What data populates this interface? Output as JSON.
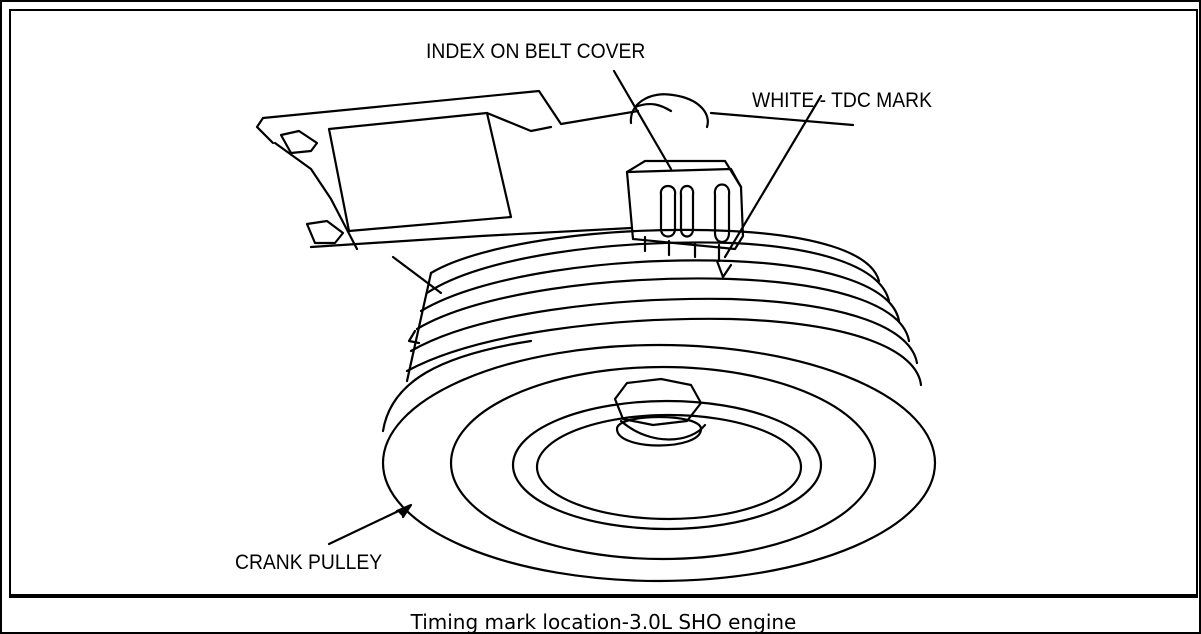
{
  "figure": {
    "labels": {
      "index_on_belt_cover": "INDEX ON BELT COVER",
      "white_tdc_mark": "WHITE - TDC MARK",
      "crank_pulley": "CRANK PULLEY"
    },
    "caption": "Timing mark location-3.0L SHO engine"
  },
  "colors": {
    "line": "#000000",
    "background": "#ffffff"
  }
}
